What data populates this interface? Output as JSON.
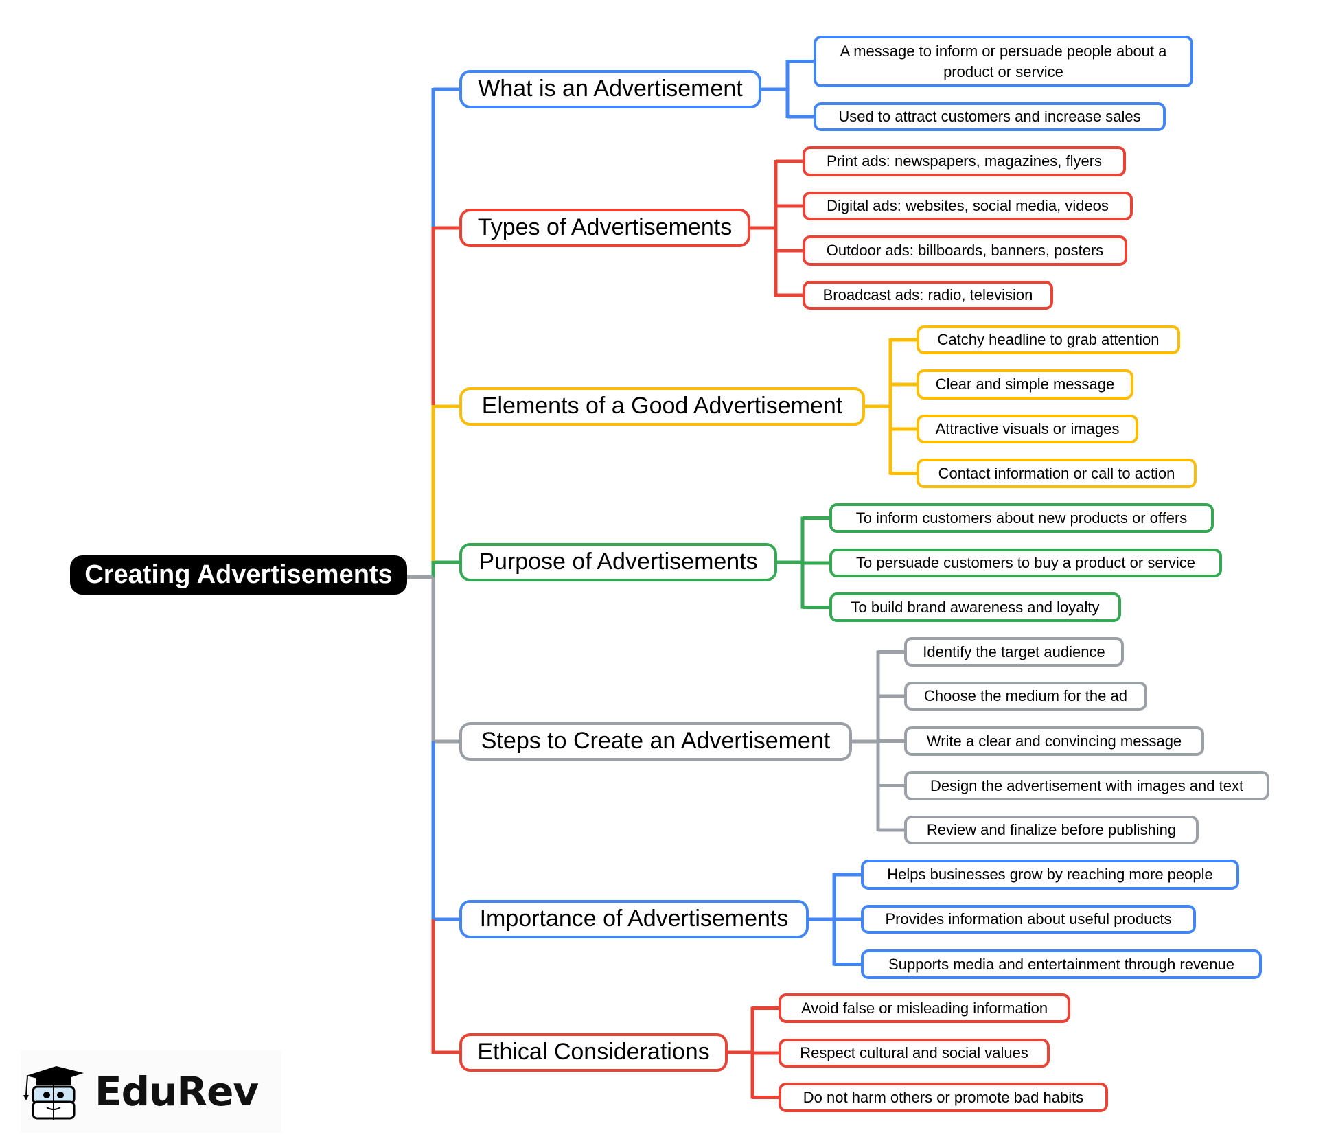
{
  "colors": {
    "blue": "#4285F4",
    "red": "#EA4335",
    "yellow": "#FBBC05",
    "green": "#34A853",
    "gray": "#9AA0A6",
    "root": "#000000"
  },
  "root": {
    "label": "Creating Advertisements"
  },
  "branches": [
    {
      "label": "What is an Advertisement",
      "color": "blue",
      "children": [
        "A message to inform or persuade people about a product or service",
        "Used to attract customers and increase sales"
      ]
    },
    {
      "label": "Types of Advertisements",
      "color": "red",
      "children": [
        "Print ads: newspapers, magazines, flyers",
        "Digital ads: websites, social media, videos",
        "Outdoor ads: billboards, banners, posters",
        "Broadcast ads: radio, television"
      ]
    },
    {
      "label": "Elements of a Good Advertisement",
      "color": "yellow",
      "children": [
        "Catchy headline to grab attention",
        "Clear and simple message",
        "Attractive visuals or images",
        "Contact information or call to action"
      ]
    },
    {
      "label": "Purpose of Advertisements",
      "color": "green",
      "children": [
        "To inform customers about new products or offers",
        "To persuade customers to buy a product or service",
        "To build brand awareness and loyalty"
      ]
    },
    {
      "label": "Steps to Create an Advertisement",
      "color": "gray",
      "children": [
        "Identify the target audience",
        "Choose the medium for the ad",
        "Write a clear and convincing message",
        "Design the advertisement with images and text",
        "Review and finalize before publishing"
      ]
    },
    {
      "label": "Importance of Advertisements",
      "color": "blue",
      "children": [
        "Helps businesses grow by reaching more people",
        "Provides information about useful products",
        "Supports media and entertainment through revenue"
      ]
    },
    {
      "label": "Ethical Considerations",
      "color": "red",
      "children": [
        "Avoid false or misleading information",
        "Respect cultural and social values",
        "Do not harm others or promote bad habits"
      ]
    }
  ],
  "logo": {
    "text": "EduRev",
    "icon": "graduation-cap-mascot-icon"
  }
}
